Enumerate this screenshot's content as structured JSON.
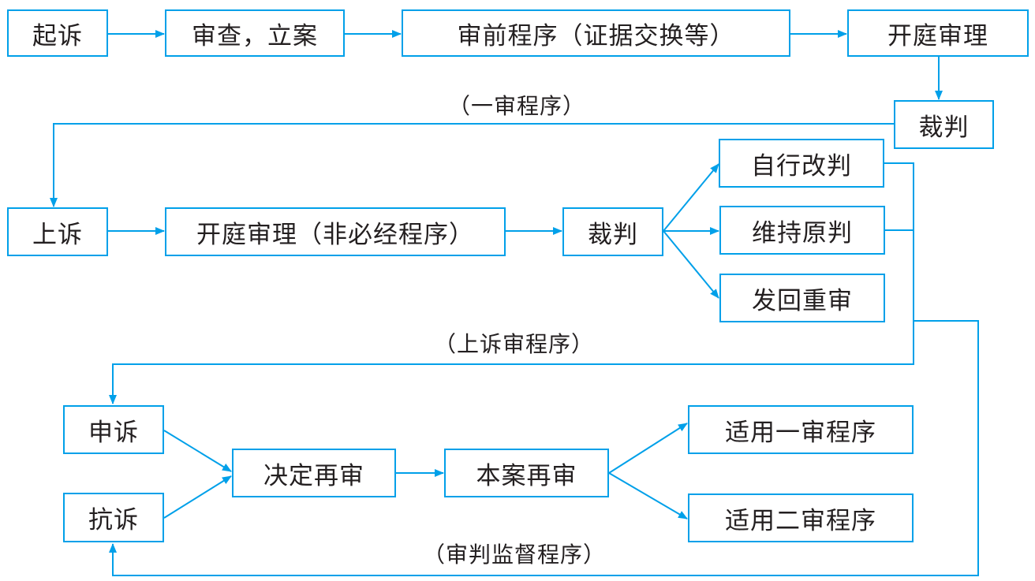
{
  "stage1": {
    "sue": "起诉",
    "review": "审查，立案",
    "pretrial": "审前程序（证据交换等）",
    "hearing": "开庭审理",
    "judgment": "裁判",
    "caption": "（一审程序）"
  },
  "stage2": {
    "appeal": "上诉",
    "hearing": "开庭审理（非必经程序）",
    "judgment": "裁判",
    "amend": "自行改判",
    "uphold": "维持原判",
    "remand": "发回重审",
    "caption": "（上诉审程序）"
  },
  "stage3": {
    "petition": "申诉",
    "protest": "抗诉",
    "decide_retrial": "决定再审",
    "retrial": "本案再审",
    "first_instance": "适用一审程序",
    "second_instance": "适用二审程序",
    "caption": "（审判监督程序）"
  },
  "colors": {
    "line": "#00a0e9",
    "text": "#231f20"
  }
}
